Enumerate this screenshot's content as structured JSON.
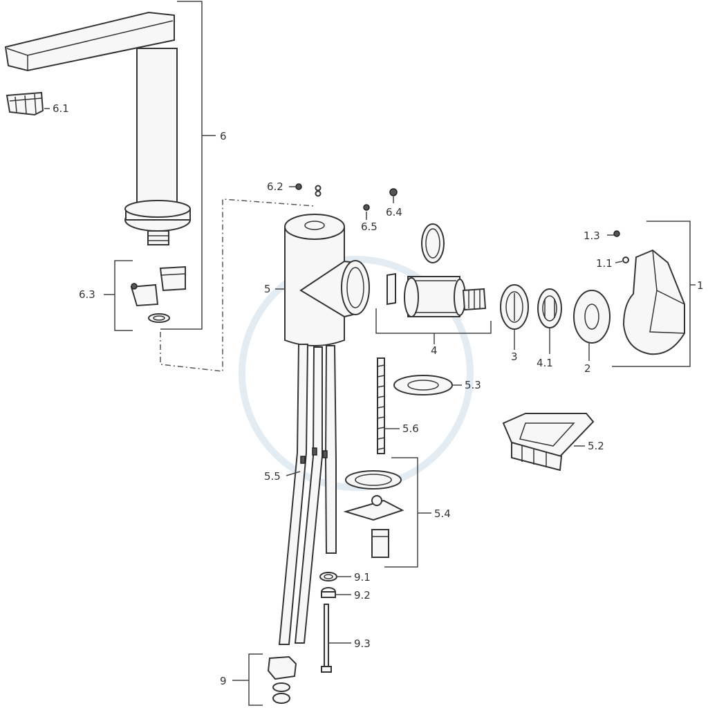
{
  "labels": {
    "l_1": "1",
    "l_1_1": "1.1",
    "l_1_3": "1.3",
    "l_2": "2",
    "l_3": "3",
    "l_4": "4",
    "l_4_1": "4.1",
    "l_5": "5",
    "l_5_2": "5.2",
    "l_5_3": "5.3",
    "l_5_4": "5.4",
    "l_5_5": "5.5",
    "l_5_6": "5.6",
    "l_6": "6",
    "l_6_1": "6.1",
    "l_6_2": "6.2",
    "l_6_3": "6.3",
    "l_6_4": "6.4",
    "l_6_5": "6.5",
    "l_9": "9",
    "l_9_1": "9.1",
    "l_9_2": "9.2",
    "l_9_3": "9.3"
  }
}
